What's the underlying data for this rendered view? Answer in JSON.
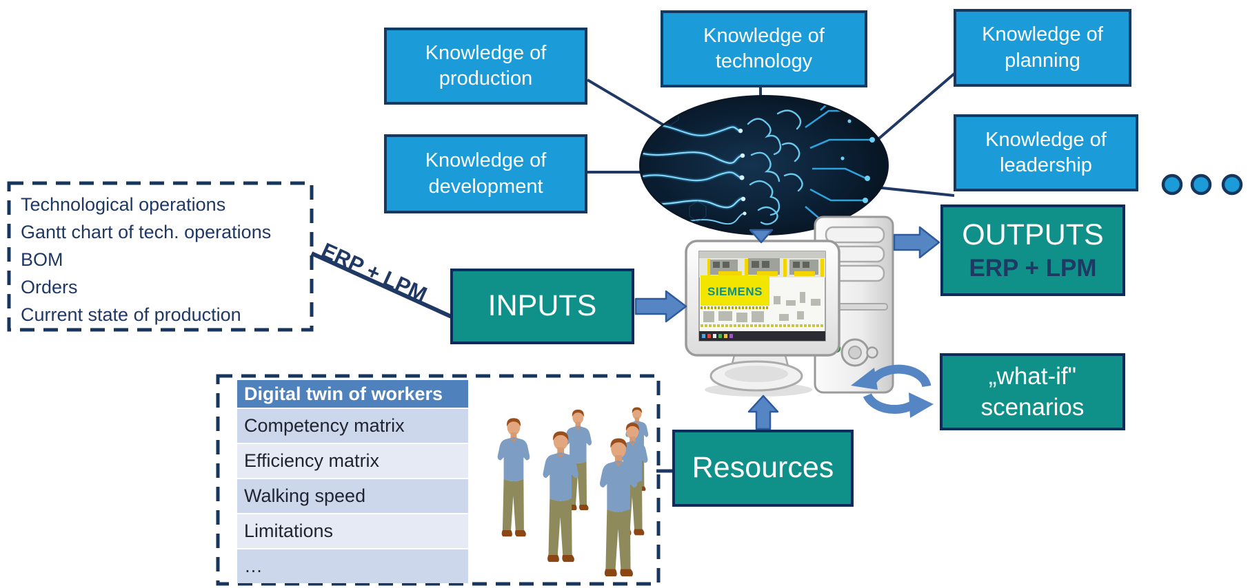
{
  "knowledge_boxes": [
    {
      "label": "Knowledge of production"
    },
    {
      "label": "Knowledge of technology"
    },
    {
      "label": "Knowledge of planning"
    },
    {
      "label": "Knowledge of development"
    },
    {
      "label": "Knowledge of leadership"
    }
  ],
  "inputs_panel": {
    "items": [
      "Technological operations",
      "Gantt chart of tech. operations",
      "BOM",
      "Orders",
      "Current state of production"
    ]
  },
  "flow": {
    "erp_lpm_label": "ERP + LPM",
    "inputs_label": "INPUTS",
    "outputs_label": "OUTPUTS",
    "outputs_sublabel": "ERP + LPM",
    "whatif_label": "„what-if\" scenarios",
    "resources_label": "Resources"
  },
  "digital_twin_table": {
    "header": "Digital twin of workers",
    "rows": [
      "Competency matrix",
      "Efficiency matrix",
      "Walking speed",
      "Limitations",
      "…"
    ]
  },
  "computer": {
    "screen_brand": "SIEMENS"
  },
  "colors": {
    "knowledge_blue": "#1B9BD8",
    "teal": "#0F918A",
    "navy": "#1F3864",
    "arrow_blue": "#5585C2",
    "table_header_blue": "#4F81BD",
    "table_row_dark": "#CDD7EB",
    "table_row_light": "#E5EAF5",
    "siemens_banner_yellow": "#F2E500",
    "siemens_text_teal": "#0F918A"
  }
}
